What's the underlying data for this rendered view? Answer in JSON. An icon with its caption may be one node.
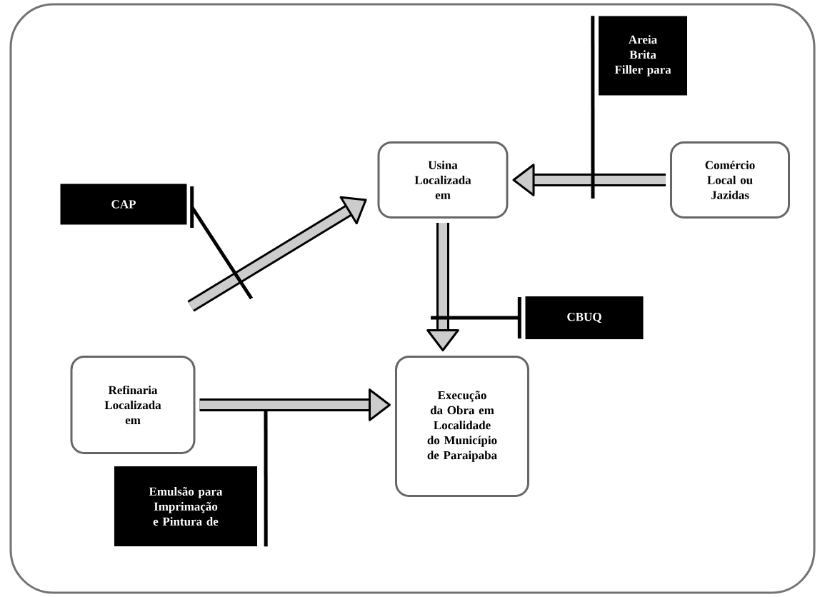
{
  "diagram": {
    "nodes": [
      {
        "text": [
          "Usina Localizada em"
        ]
      },
      {
        "text": [
          "Comércio Local ou Jazidas"
        ]
      },
      {
        "text": [
          "Areia Brita Filler para"
        ]
      },
      {
        "text": [
          "CAP"
        ]
      },
      {
        "text": [
          "Refinaria Localizada em"
        ]
      },
      {
        "text": [
          "Execução da Obra em Localidade do Município de Paraipaba"
        ]
      },
      {
        "text": [
          "CBUQ"
        ]
      },
      {
        "text": [
          "Emulsão para Imprimação e Pintura de"
        ]
      }
    ],
    "edges": [
      {
        "from": 1,
        "to": 0,
        "arrow": "to",
        "style": "thick"
      },
      {
        "from": null,
        "to": 0,
        "arrow": "to",
        "style": "thick"
      },
      {
        "from": 0,
        "to": 5,
        "arrow": "to",
        "style": "thick"
      },
      {
        "from": 4,
        "to": 5,
        "arrow": "to",
        "style": "thick"
      },
      {
        "from": 2,
        "to": null,
        "arrow": "none"
      },
      {
        "from": 3,
        "to": null,
        "arrow": "none"
      },
      {
        "from": 6,
        "to": null,
        "arrow": "none"
      },
      {
        "from": 7,
        "to": null,
        "arrow": "none"
      }
    ]
  }
}
